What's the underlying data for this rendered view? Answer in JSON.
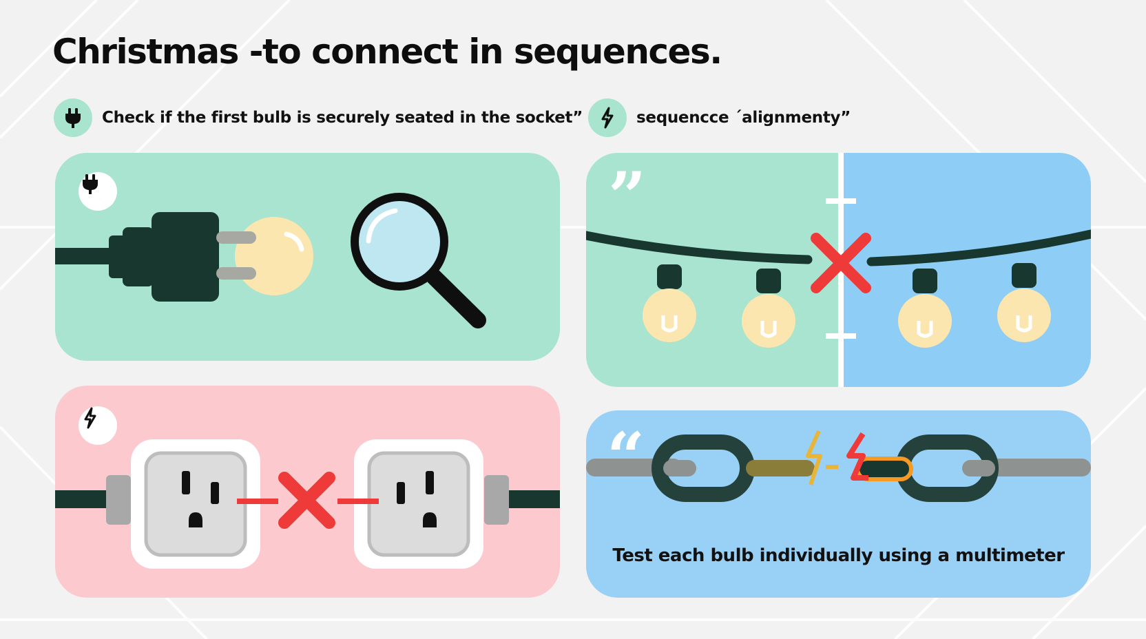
{
  "title": "Christmas -to connect in sequences.",
  "steps": [
    {
      "text": "Check if the first bulb is securely seated in the socket”",
      "icon": "plug-icon"
    },
    {
      "text": "sequencce ´alignmenty”",
      "icon": "lightning-icon"
    }
  ],
  "panels": {
    "plug": {
      "icon": "plug-icon",
      "illustration": [
        "plug",
        "light-bulb",
        "magnifying-glass"
      ]
    },
    "string": {
      "quote": "”",
      "illustration": [
        "light-string",
        "break-mark-x"
      ]
    },
    "outlet": {
      "icon": "lightning-icon",
      "illustration": [
        "outlet",
        "break-mark-x",
        "outlet"
      ]
    },
    "chain": {
      "quote": "“",
      "caption": "Test each bulb individually using a multimeter",
      "illustration": [
        "chain-links",
        "broken-link-spark"
      ]
    }
  },
  "colors": {
    "mint": "#a8e4cf",
    "sky": "#99d1f6",
    "pink": "#fcc9cf",
    "dark_green": "#17372f",
    "bulb": "#fbe6b0",
    "cross_red": "#ef3a3a"
  }
}
